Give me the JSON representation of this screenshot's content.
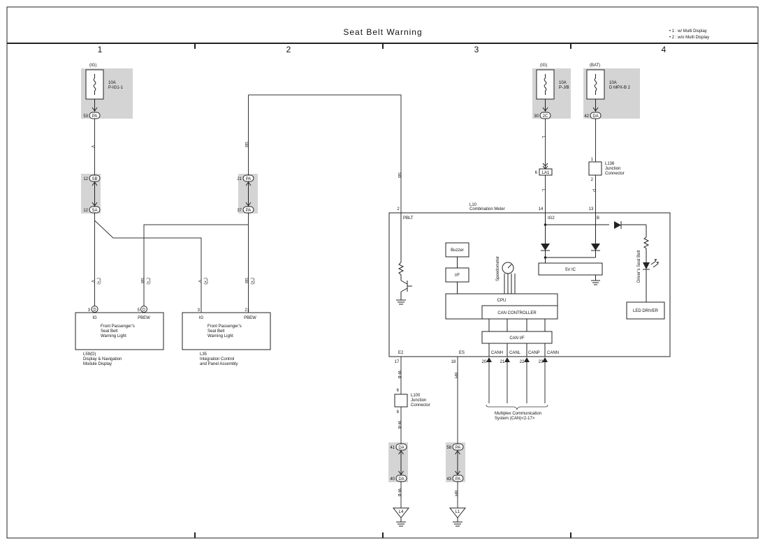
{
  "title": "Seat Belt Warning",
  "notes": [
    "• 1 : w/ Multi Display",
    "• 2 : w/o Multi Display"
  ],
  "columns": [
    "1",
    "2",
    "3",
    "4"
  ],
  "fuses": [
    {
      "id": "fuse-ig1",
      "power": "(IG)",
      "amp": "10A",
      "name": "P-IG1-1",
      "pin": "53",
      "conn": "PA"
    },
    {
      "id": "fuse-ig2",
      "power": "(IG)",
      "amp": "10A",
      "name": "P-J/B",
      "pin": "30",
      "conn": "2C"
    },
    {
      "id": "fuse-bat",
      "power": "(BAT)",
      "amp": "10A",
      "name": "D MPX-B 2",
      "pin": "42",
      "conn": "DA"
    }
  ],
  "connectors": [
    {
      "id": "sb-12-top",
      "pin": "12",
      "conn": "SB"
    },
    {
      "id": "sa-12-bot",
      "pin": "12",
      "conn": "SA"
    },
    {
      "id": "pa-21-top",
      "pin": "21",
      "conn": "PA"
    },
    {
      "id": "pa-37-bot",
      "pin": "37",
      "conn": "PA"
    },
    {
      "id": "da-41-top",
      "pin": "41",
      "conn": "DA"
    },
    {
      "id": "da-40-bot",
      "pin": "40",
      "conn": "DA"
    },
    {
      "id": "pa-58-top",
      "pin": "58",
      "conn": "PA"
    },
    {
      "id": "pa-43-bot",
      "pin": "43",
      "conn": "PA"
    }
  ],
  "wire_colors": [
    {
      "id": "wc-v-top",
      "text": "V"
    },
    {
      "id": "wc-sb-col2",
      "text": "SB"
    },
    {
      "id": "wc-sb-col3",
      "text": "SB"
    },
    {
      "id": "wc-l-1",
      "text": "L"
    },
    {
      "id": "wc-l-2",
      "text": "L"
    },
    {
      "id": "wc-p",
      "text": "P"
    },
    {
      "id": "wc-v-l59",
      "text": "V"
    },
    {
      "id": "wc-sb-l59",
      "text": "SB"
    },
    {
      "id": "wc-v-l35",
      "text": "V"
    },
    {
      "id": "wc-sb-l35",
      "text": "SB"
    },
    {
      "id": "wc-wb-1",
      "text": "W-B"
    },
    {
      "id": "wc-wb-2",
      "text": "W-B"
    },
    {
      "id": "wc-wb-3",
      "text": "W-B"
    },
    {
      "id": "wc-br-1",
      "text": "BR"
    },
    {
      "id": "wc-br-2",
      "text": "BR"
    }
  ],
  "variant_marks": [
    {
      "id": "vm-1a",
      "text": "(*1)"
    },
    {
      "id": "vm-1b",
      "text": "(*1)"
    },
    {
      "id": "vm-2a",
      "text": "(*2)"
    },
    {
      "id": "vm-2b",
      "text": "(*2)"
    }
  ],
  "junction_l136": {
    "pin_top": "1",
    "pin_bottom": "2",
    "code": "L136",
    "name_line1": "Junction",
    "name_line2": "Connector"
  },
  "junction_l100": {
    "pin_top": "6",
    "pin_bottom": "8",
    "code": "L100",
    "name_line1": "Junction",
    "name_line2": "Connector"
  },
  "la1": {
    "pin": "6",
    "conn": "LA1"
  },
  "l59": {
    "pin_ig": "3",
    "conn_ig": "D",
    "pin_pbew": "5",
    "conn_pbew": "D",
    "label_ig": "IG",
    "label_pbew": "PBEW",
    "inner": [
      "Front Passenger’s",
      "Seat Belt",
      "Warning Light"
    ],
    "code": "L59(D)",
    "name_line1": "Display & Navigation",
    "name_line2": "Module Display"
  },
  "l35": {
    "pin_ig": "3",
    "pin_pbew": "21",
    "label_ig": "IG",
    "label_pbew": "PBEW",
    "inner": [
      "Front Passenger’s",
      "Seat Belt",
      "Warning Light"
    ],
    "code": "L35",
    "name_line1": "Integration Control",
    "name_line2": "and Panel Assembly"
  },
  "meter": {
    "code": "L10",
    "name": "Combination Meter",
    "pins_top": [
      {
        "id": "pin-2",
        "pin": "2",
        "label": "PBLT"
      },
      {
        "id": "pin-14",
        "pin": "14",
        "label": "IG2"
      },
      {
        "id": "pin-13",
        "pin": "13",
        "label": "B"
      }
    ],
    "pins_bottom": [
      {
        "id": "pin-17",
        "pin": "17",
        "label": "E2"
      },
      {
        "id": "pin-18",
        "pin": "18",
        "label": "ES"
      },
      {
        "id": "pin-20",
        "pin": "20",
        "label": "CANH"
      },
      {
        "id": "pin-21",
        "pin": "21",
        "label": "CANL"
      },
      {
        "id": "pin-22",
        "pin": "22",
        "label": "CANP"
      },
      {
        "id": "pin-23",
        "pin": "23",
        "label": "CANN"
      }
    ],
    "buzzer": "Buzzer",
    "if": "I/F",
    "speedometer": "Speedometer",
    "regulator": "5V IC",
    "cpu": "CPU",
    "can_controller": "CAN CONTROLLER",
    "can_if": "CAN I/F",
    "led_label": "Driver’s Seat Belt",
    "led_driver": "LED DRIVER"
  },
  "can_system": [
    "Multiplex Communication",
    "System (CAN)<2-17>"
  ],
  "grounds": [
    {
      "id": "ground-l4",
      "label": "L4"
    },
    {
      "id": "ground-l1",
      "label": "L1"
    }
  ]
}
